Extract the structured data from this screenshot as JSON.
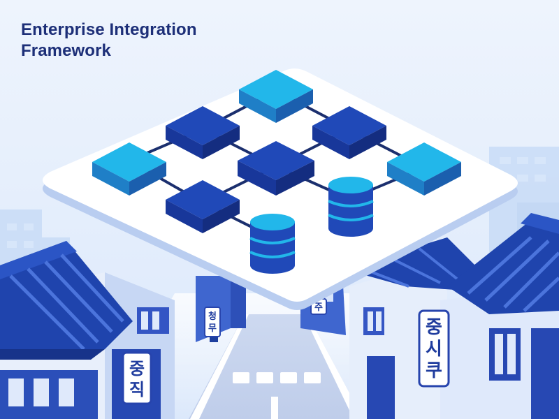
{
  "heading": {
    "line1": "Enterprise Integration",
    "line2": "Framework"
  },
  "signs": {
    "left_top": "중",
    "left_bottom": "직",
    "mid_top": "청",
    "mid_bottom": "무",
    "small": "주",
    "right_line1": "중",
    "right_line2": "시",
    "right_line3": "쿠"
  },
  "colors": {
    "background": "#e9f1fc",
    "title": "#1d2f78",
    "node_dark": "#1e43b4",
    "node_light": "#22b7ea",
    "platform": "#ffffff",
    "roof": "#1f44ad"
  },
  "icons": {
    "network": "network-nodes-icon",
    "database": "database-cylinder-icon"
  }
}
